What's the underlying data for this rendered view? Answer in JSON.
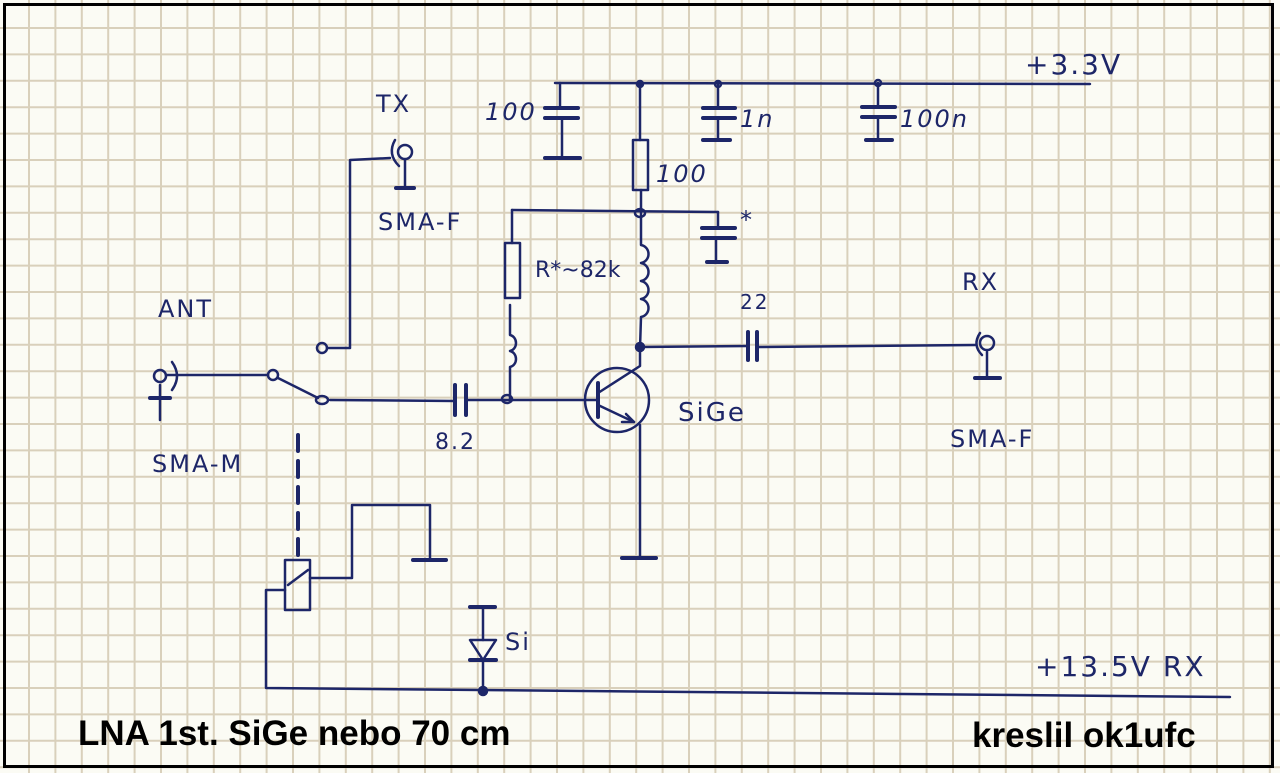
{
  "title": "LNA 1st. SiGe  nebo 70 cm",
  "author": "kreslil ok1ufc",
  "labels": {
    "supply_33": "+3.3V",
    "supply_135": "+13.5V  RX",
    "c_100": "100",
    "c_1n": "1n",
    "c_100n": "100n",
    "r_100": "100",
    "c_star": "*",
    "r_star": "R*~82k",
    "c_22": "22",
    "c_82": "8.2",
    "transistor": "SiGe",
    "diode": "Si",
    "ant": "ANT",
    "ant_conn": "SMA-M",
    "tx": "TX",
    "tx_conn": "SMA-F",
    "rx": "RX",
    "rx_conn": "SMA-F"
  },
  "colors": {
    "ink": "#1d2668",
    "grid": "#d9d0bb",
    "paper": "#fbfbf4"
  }
}
